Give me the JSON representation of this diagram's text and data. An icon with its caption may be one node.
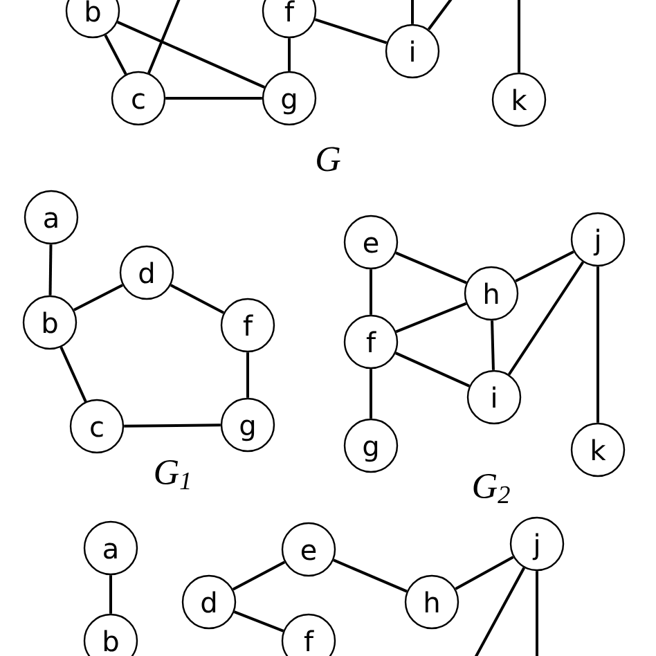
{
  "diagram": {
    "nodes": [
      {
        "text": [
          "b"
        ]
      },
      {
        "text": [
          "f"
        ]
      },
      {
        "text": [
          "i"
        ]
      },
      {
        "text": [
          "c"
        ]
      },
      {
        "text": [
          "g"
        ]
      },
      {
        "text": [
          "k"
        ]
      },
      {
        "text": [
          "a"
        ]
      },
      {
        "text": [
          "d"
        ]
      },
      {
        "text": [
          "b"
        ]
      },
      {
        "text": [
          "f"
        ]
      },
      {
        "text": [
          "c"
        ]
      },
      {
        "text": [
          "g"
        ]
      },
      {
        "text": [
          "e"
        ]
      },
      {
        "text": [
          "j"
        ]
      },
      {
        "text": [
          "h"
        ]
      },
      {
        "text": [
          "f"
        ]
      },
      {
        "text": [
          "i"
        ]
      },
      {
        "text": [
          "g"
        ]
      },
      {
        "text": [
          "k"
        ]
      },
      {
        "text": [
          "a"
        ]
      },
      {
        "text": [
          "e"
        ]
      },
      {
        "text": [
          "j"
        ]
      },
      {
        "text": [
          "d"
        ]
      },
      {
        "text": [
          "h"
        ]
      },
      {
        "text": [
          "b"
        ]
      },
      {
        "text": [
          "f"
        ]
      }
    ],
    "edges": [
      {
        "from": 0,
        "to": 3,
        "arrow": "none"
      },
      {
        "from": 0,
        "to": 4,
        "arrow": "none"
      },
      {
        "from": null,
        "to": 3,
        "arrow": "none"
      },
      {
        "from": 1,
        "to": 4,
        "arrow": "none"
      },
      {
        "from": 1,
        "to": 2,
        "arrow": "none"
      },
      {
        "from": null,
        "to": 2,
        "arrow": "none"
      },
      {
        "from": null,
        "to": 2,
        "arrow": "none"
      },
      {
        "from": null,
        "to": 5,
        "arrow": "none"
      },
      {
        "from": 3,
        "to": 4,
        "arrow": "none"
      },
      {
        "from": 6,
        "to": 8,
        "arrow": "none"
      },
      {
        "from": 8,
        "to": 7,
        "arrow": "none"
      },
      {
        "from": 7,
        "to": 9,
        "arrow": "none"
      },
      {
        "from": 9,
        "to": 11,
        "arrow": "none"
      },
      {
        "from": 8,
        "to": 10,
        "arrow": "none"
      },
      {
        "from": 10,
        "to": 11,
        "arrow": "none"
      },
      {
        "from": 12,
        "to": 15,
        "arrow": "none"
      },
      {
        "from": 12,
        "to": 14,
        "arrow": "none"
      },
      {
        "from": 14,
        "to": 13,
        "arrow": "none"
      },
      {
        "from": 15,
        "to": 14,
        "arrow": "none"
      },
      {
        "from": 14,
        "to": 16,
        "arrow": "none"
      },
      {
        "from": 16,
        "to": 13,
        "arrow": "none"
      },
      {
        "from": 15,
        "to": 16,
        "arrow": "none"
      },
      {
        "from": 15,
        "to": 17,
        "arrow": "none"
      },
      {
        "from": 13,
        "to": 18,
        "arrow": "none"
      },
      {
        "from": 19,
        "to": 24,
        "arrow": "none"
      },
      {
        "from": 22,
        "to": 20,
        "arrow": "none"
      },
      {
        "from": 20,
        "to": 23,
        "arrow": "none"
      },
      {
        "from": 23,
        "to": 21,
        "arrow": "none"
      },
      {
        "from": 22,
        "to": 25,
        "arrow": "none"
      },
      {
        "from": 21,
        "to": null,
        "arrow": "none"
      },
      {
        "from": 21,
        "to": null,
        "arrow": "none"
      }
    ],
    "labels": [
      "G",
      "G$_{1}$",
      "G$_{2}$"
    ]
  }
}
